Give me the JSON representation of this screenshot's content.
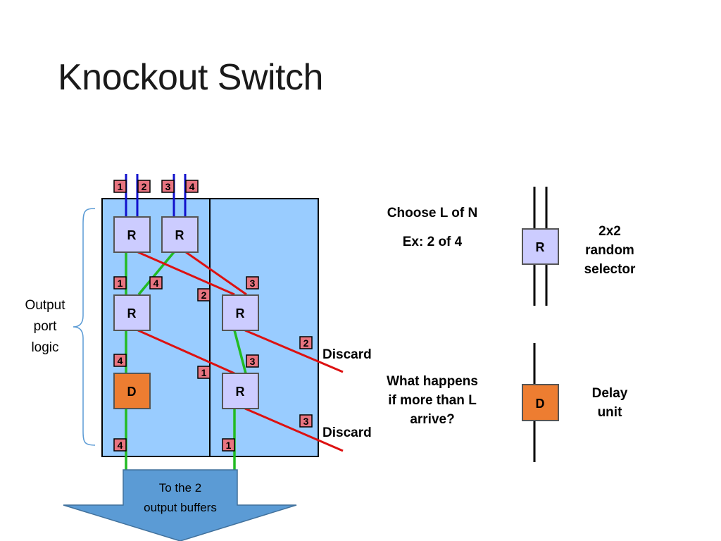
{
  "slide": {
    "title": "Knockout Switch"
  },
  "diagram": {
    "input_tags": [
      "1",
      "2",
      "3",
      "4"
    ],
    "selector_label": "R",
    "delay_label": "D",
    "tags": {
      "left_after_stage1_a": "1",
      "left_after_stage1_b": "4",
      "mid_label": "2",
      "right_stage1": "3",
      "left_after_stage2": "4",
      "right_discard_1": "2",
      "right_after_stage2": "3",
      "mid_label_2": "1",
      "right_discard_2": "3",
      "left_output": "4",
      "right_output": "1"
    },
    "discard_1": "Discard",
    "discard_2": "Discard",
    "brace_label": [
      "Output",
      "port",
      "logic"
    ],
    "arrow_label": [
      "To the 2",
      "output buffers"
    ]
  },
  "notes": {
    "choose": "Choose L of N",
    "example": "Ex: 2 of 4",
    "question": [
      "What happens",
      "if more than L",
      "arrive?"
    ]
  },
  "legend": {
    "selector_box": "R",
    "selector_desc": [
      "2x2",
      "random",
      "selector"
    ],
    "delay_box": "D",
    "delay_desc": [
      "Delay",
      "unit"
    ]
  },
  "colors": {
    "panel": "#99ccff",
    "selector": "#ccccff",
    "delay": "#ed7d31",
    "tag": "#e87480",
    "red_line": "#dd1111",
    "green_line": "#22bb22",
    "blue_line": "#1111cc",
    "arrow": "#5b9bd5"
  }
}
